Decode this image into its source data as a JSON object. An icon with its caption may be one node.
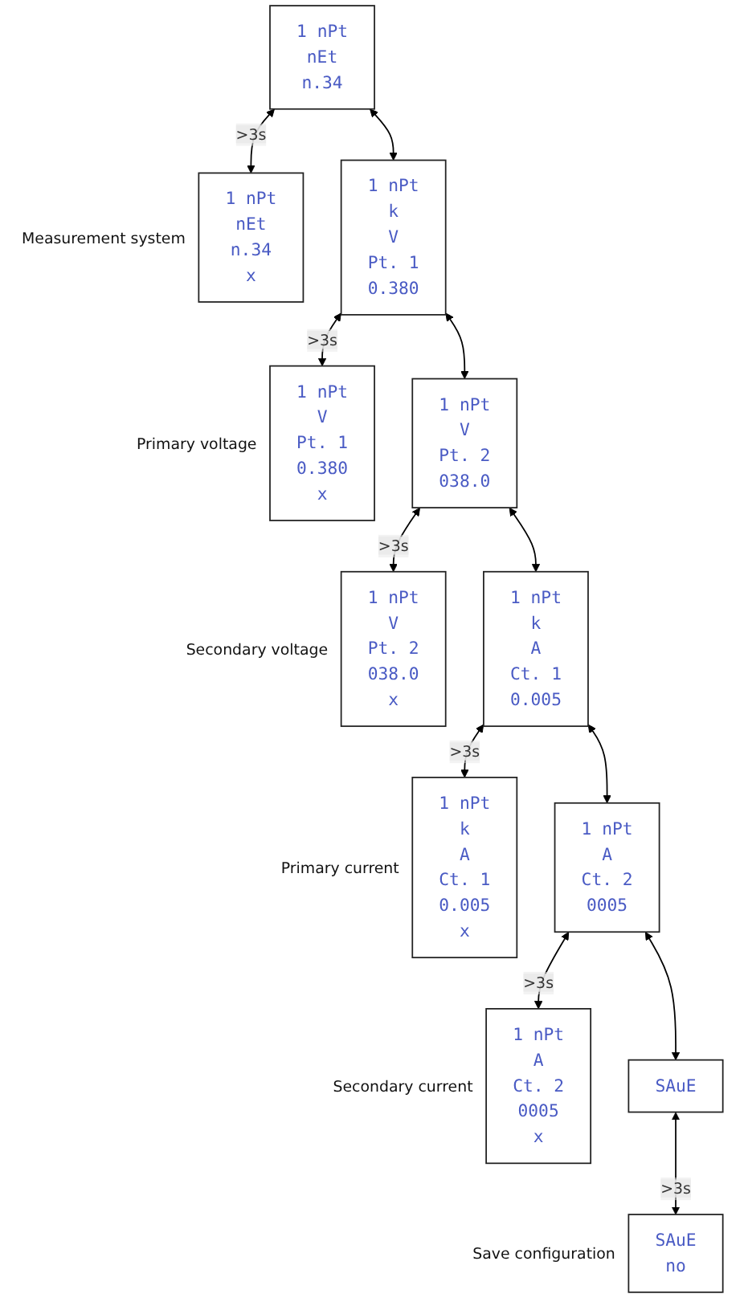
{
  "diagram": {
    "nodes": [
      {
        "text": [
          "1 nPt",
          "nEt",
          "n.34"
        ]
      },
      {
        "text": [
          "1 nPt",
          "nEt",
          "n.34",
          "x"
        ],
        "beside": [
          "Measurement system"
        ]
      },
      {
        "text": [
          "1 nPt",
          "k",
          "V",
          "Pt. 1",
          "0.380"
        ]
      },
      {
        "text": [
          "1 nPt",
          "V",
          "Pt. 1",
          "0.380",
          "x"
        ],
        "beside": [
          "Primary voltage"
        ]
      },
      {
        "text": [
          "1 nPt",
          "V",
          "Pt. 2",
          "038.0"
        ]
      },
      {
        "text": [
          "1 nPt",
          "V",
          "Pt. 2",
          "038.0",
          "x"
        ],
        "beside": [
          "Secondary voltage"
        ]
      },
      {
        "text": [
          "1 nPt",
          "k",
          "A",
          "Ct. 1",
          "0.005"
        ]
      },
      {
        "text": [
          "1 nPt",
          "k",
          "A",
          "Ct. 1",
          "0.005",
          "x"
        ],
        "beside": [
          "Primary current"
        ]
      },
      {
        "text": [
          "1 nPt",
          "A",
          "Ct. 2",
          "0005"
        ]
      },
      {
        "text": [
          "1 nPt",
          "A",
          "Ct. 2",
          "0005",
          "x"
        ],
        "beside": [
          "Secondary current"
        ]
      },
      {
        "text": [
          "SAuE"
        ]
      },
      {
        "text": [
          "SAuE",
          "no"
        ],
        "beside": [
          "Save configuration"
        ]
      }
    ],
    "edges": [
      {
        "from": 0,
        "to": 1,
        "arrow": "both",
        "label": ">3s"
      },
      {
        "from": 0,
        "to": 2,
        "arrow": "both"
      },
      {
        "from": 2,
        "to": 3,
        "arrow": "both",
        "label": ">3s"
      },
      {
        "from": 2,
        "to": 4,
        "arrow": "both"
      },
      {
        "from": 4,
        "to": 5,
        "arrow": "both",
        "label": ">3s"
      },
      {
        "from": 4,
        "to": 6,
        "arrow": "both"
      },
      {
        "from": 6,
        "to": 7,
        "arrow": "both",
        "label": ">3s"
      },
      {
        "from": 6,
        "to": 8,
        "arrow": "both"
      },
      {
        "from": 8,
        "to": 9,
        "arrow": "both",
        "label": ">3s"
      },
      {
        "from": 8,
        "to": 10,
        "arrow": "both"
      },
      {
        "from": 10,
        "to": 11,
        "arrow": "both",
        "label": ">3s"
      }
    ]
  }
}
